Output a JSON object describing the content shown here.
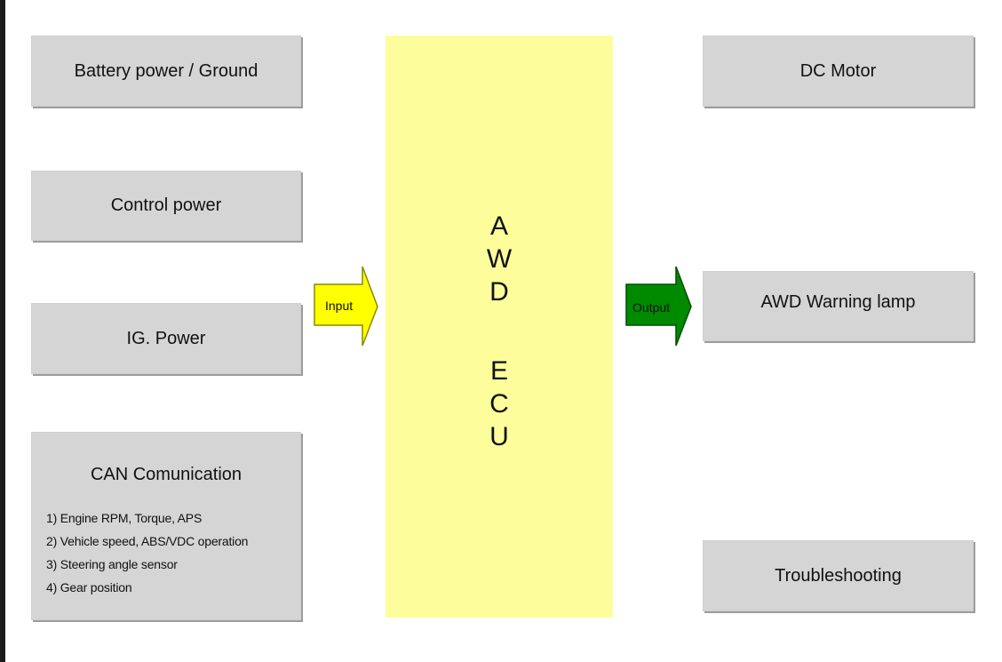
{
  "inputs": [
    {
      "label": "Battery power / Ground"
    },
    {
      "label": "Control power"
    },
    {
      "label": "IG. Power"
    }
  ],
  "can": {
    "title": "CAN Comunication",
    "items": [
      "1) Engine RPM, Torque, APS",
      "2) Vehicle speed, ABS/VDC operation",
      "3) Steering angle sensor",
      "4) Gear position"
    ]
  },
  "ecu": {
    "letters_top": [
      "A",
      "W",
      "D"
    ],
    "letters_bottom": [
      "E",
      "C",
      "U"
    ]
  },
  "arrows": {
    "input_label": "Input",
    "output_label": "Output",
    "input_color": "#ffff00",
    "output_color": "#008a00"
  },
  "outputs": [
    {
      "label": "DC Motor"
    },
    {
      "label": "AWD Warning lamp"
    },
    {
      "label": "Troubleshooting"
    }
  ]
}
